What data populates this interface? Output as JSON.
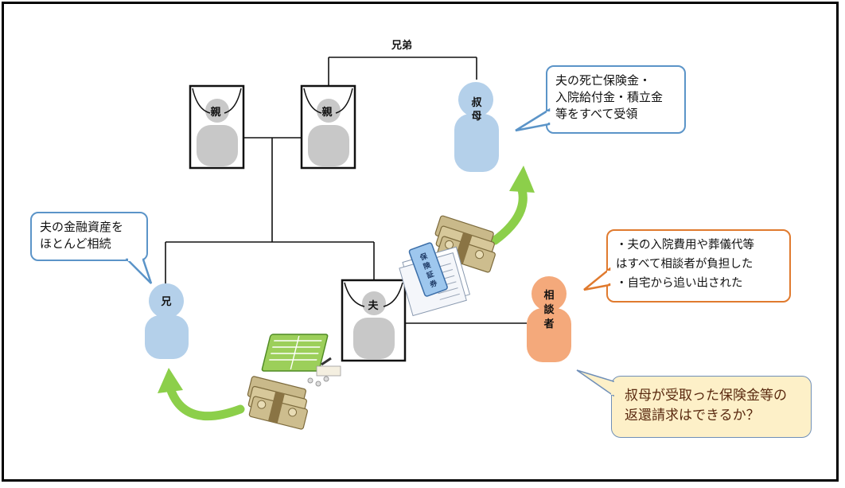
{
  "labels": {
    "brothers": "兄弟",
    "parent_left": "親",
    "parent_right": "親",
    "aunt": "叔母",
    "brother": "兄",
    "husband": "夫",
    "consultant": "相談者",
    "insurance_doc": "保険証券"
  },
  "bubbles": {
    "aunt": "夫の死亡保険金・\n入院給付金・積立金\n等をすべて受領",
    "brother": "夫の金融資産を\nほとんど相続",
    "consultant": "・夫の入院費用や葬儀代等\nはすべて相談者が負担した\n・自宅から追い出された",
    "question": "叔母が受取った保険金等の\n返還請求はできるか？"
  },
  "colors": {
    "blue_person": "#b4d0ea",
    "orange_person": "#f4a97b",
    "gray_person": "#c8c8c8",
    "blue_border": "#5b94c8",
    "orange_border": "#e07a2e",
    "question_border": "#6f8fb8",
    "question_fill": "#fdf0c8",
    "arrow_green": "#8ccf4a",
    "question_text": "#5a2a10"
  }
}
